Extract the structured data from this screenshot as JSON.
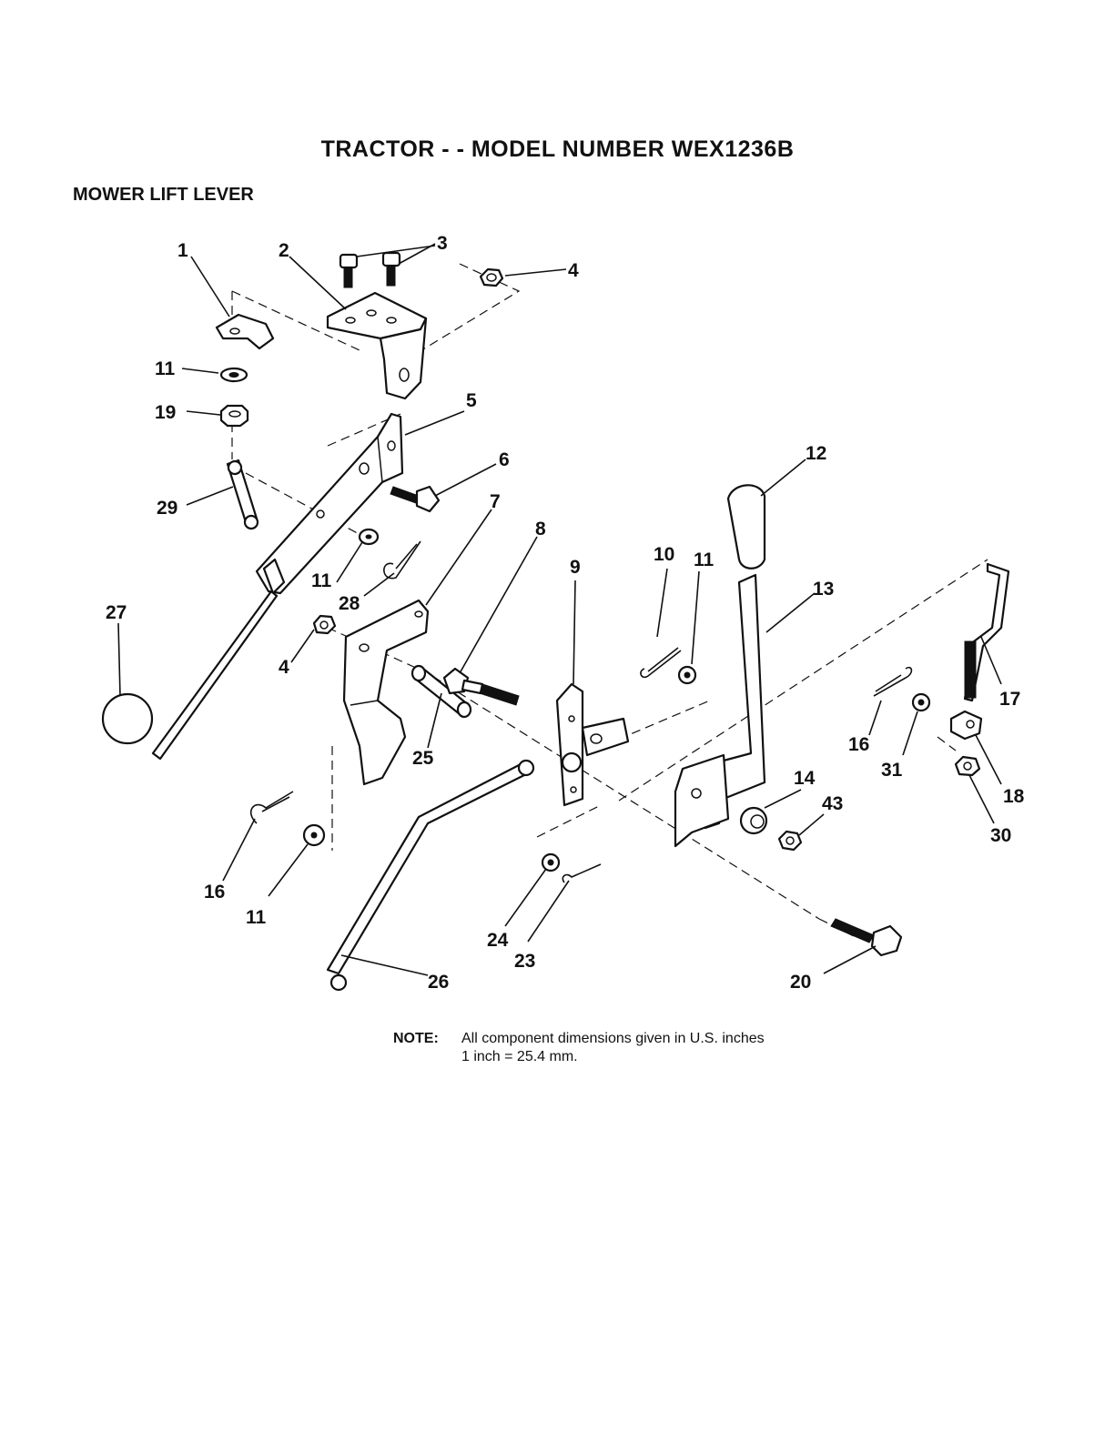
{
  "title": "TRACTOR - - MODEL NUMBER WEX1236B",
  "section": "MOWER LIFT LEVER",
  "callouts": {
    "c1": "1",
    "c2": "2",
    "c3": "3",
    "c4a": "4",
    "c5": "5",
    "c6": "6",
    "c7": "7",
    "c8": "8",
    "c9": "9",
    "c10": "10",
    "c11a": "11",
    "c12": "12",
    "c13": "13",
    "c11b": "11",
    "c19": "19",
    "c29": "29",
    "c11c": "11",
    "c28": "28",
    "c27": "27",
    "c4b": "4",
    "c25": "25",
    "c16a": "16",
    "c31": "31",
    "c17": "17",
    "c18": "18",
    "c30": "30",
    "c14": "14",
    "c43": "43",
    "c16b": "16",
    "c11d": "11",
    "c24": "24",
    "c23": "23",
    "c26": "26",
    "c20": "20"
  },
  "note": {
    "label": "NOTE:",
    "line1": "All component dimensions given in U.S. inches",
    "line2": "1 inch = 25.4 mm."
  }
}
